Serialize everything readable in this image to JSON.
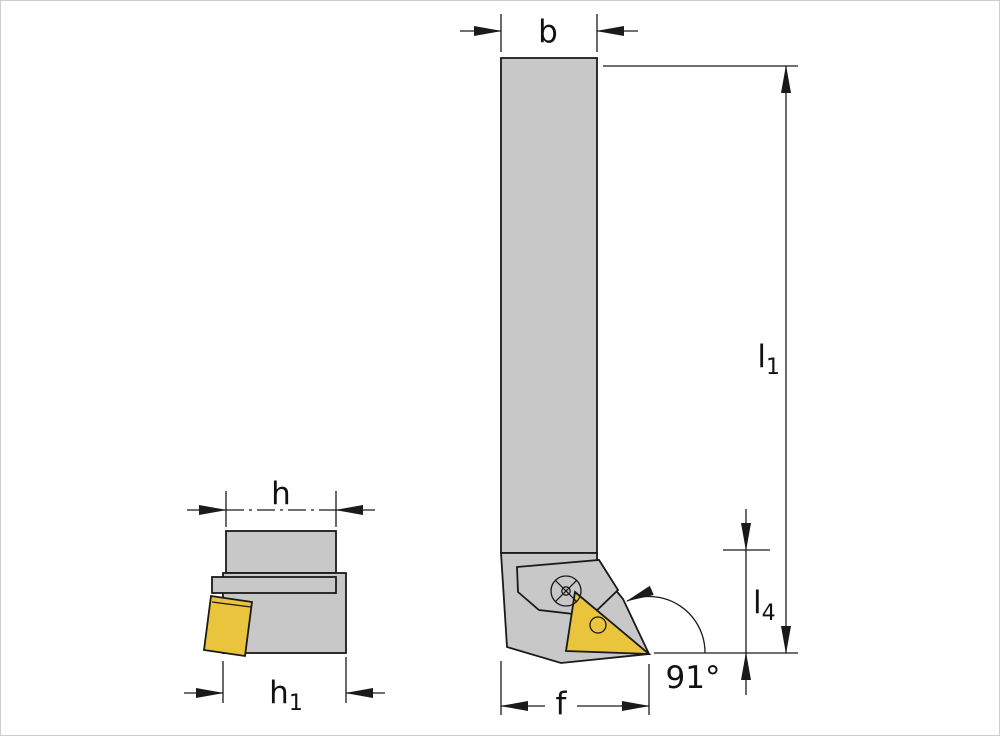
{
  "colors": {
    "background": "#ffffff",
    "frame": "#cdcdcd",
    "body_fill": "#c8c8c8",
    "insert_fill": "#e9c43c",
    "line": "#1a1a1a"
  },
  "dimensions": {
    "b": "b",
    "f": "f",
    "h": "h",
    "angle": "91°",
    "l1": {
      "base": "l",
      "sub": "1"
    },
    "l4": {
      "base": "l",
      "sub": "4"
    },
    "h1": {
      "base": "h",
      "sub": "1"
    }
  }
}
